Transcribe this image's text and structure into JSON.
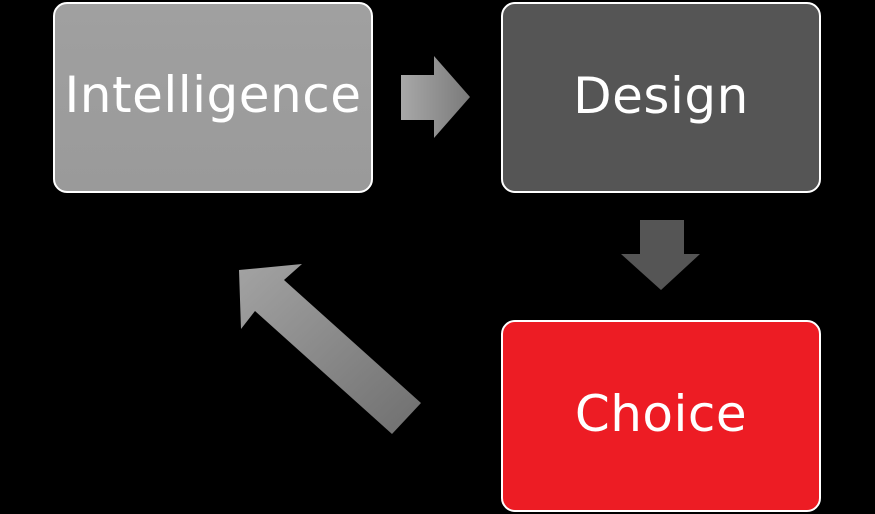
{
  "diagram": {
    "nodes": [
      {
        "id": "intelligence",
        "label": "Intelligence",
        "fill": "#9a9a9a"
      },
      {
        "id": "design",
        "label": "Design",
        "fill": "#555555"
      },
      {
        "id": "choice",
        "label": "Choice",
        "fill": "#ed1c24"
      }
    ],
    "edges": [
      {
        "from": "intelligence",
        "to": "design",
        "color": "#8f8f8f"
      },
      {
        "from": "design",
        "to": "choice",
        "color": "#555555"
      },
      {
        "from": "choice",
        "to": "intelligence",
        "color": "#8a8a8a"
      }
    ],
    "colors": {
      "background": "#000000",
      "border": "#ffffff",
      "text": "#ffffff"
    }
  }
}
